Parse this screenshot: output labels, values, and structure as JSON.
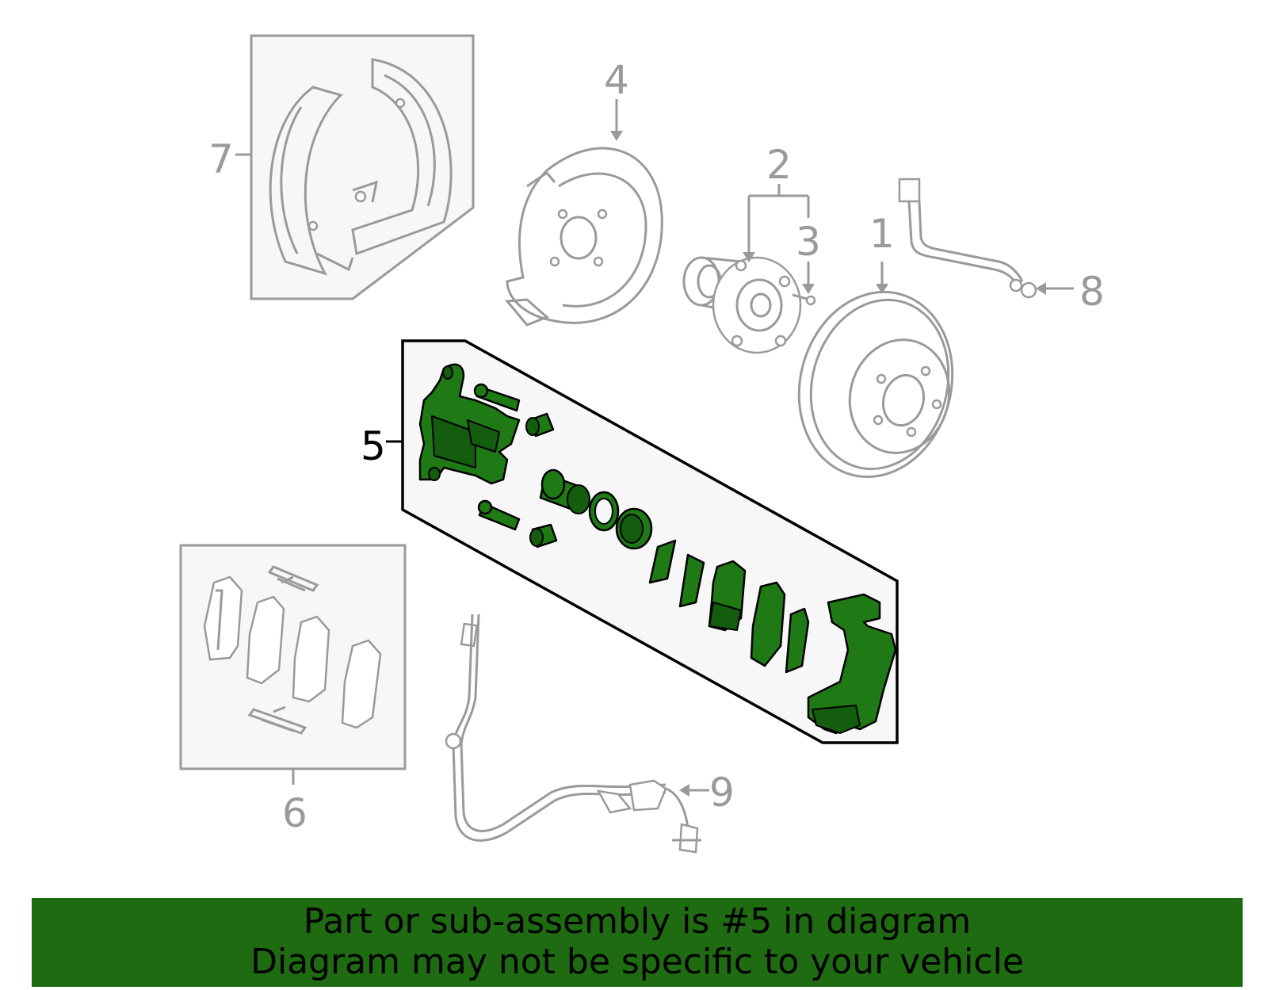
{
  "callouts": {
    "c1": "1",
    "c2": "2",
    "c3": "3",
    "c4": "4",
    "c5": "5",
    "c6": "6",
    "c7": "7",
    "c8": "8",
    "c9": "9"
  },
  "highlight": {
    "part_number": "5",
    "fill_color": "#1f7a16",
    "banner_color": "#1e6b12"
  },
  "banner": {
    "line1": "Part or sub-assembly is #5 in diagram",
    "line2": "Diagram may not be specific to your vehicle"
  },
  "icons": [
    "parking-brake-shoes",
    "dust-shield",
    "wheel-hub",
    "hub-stud",
    "brake-rotor",
    "caliper-assembly",
    "brake-pad-set",
    "brake-hose",
    "abs-sensor"
  ]
}
